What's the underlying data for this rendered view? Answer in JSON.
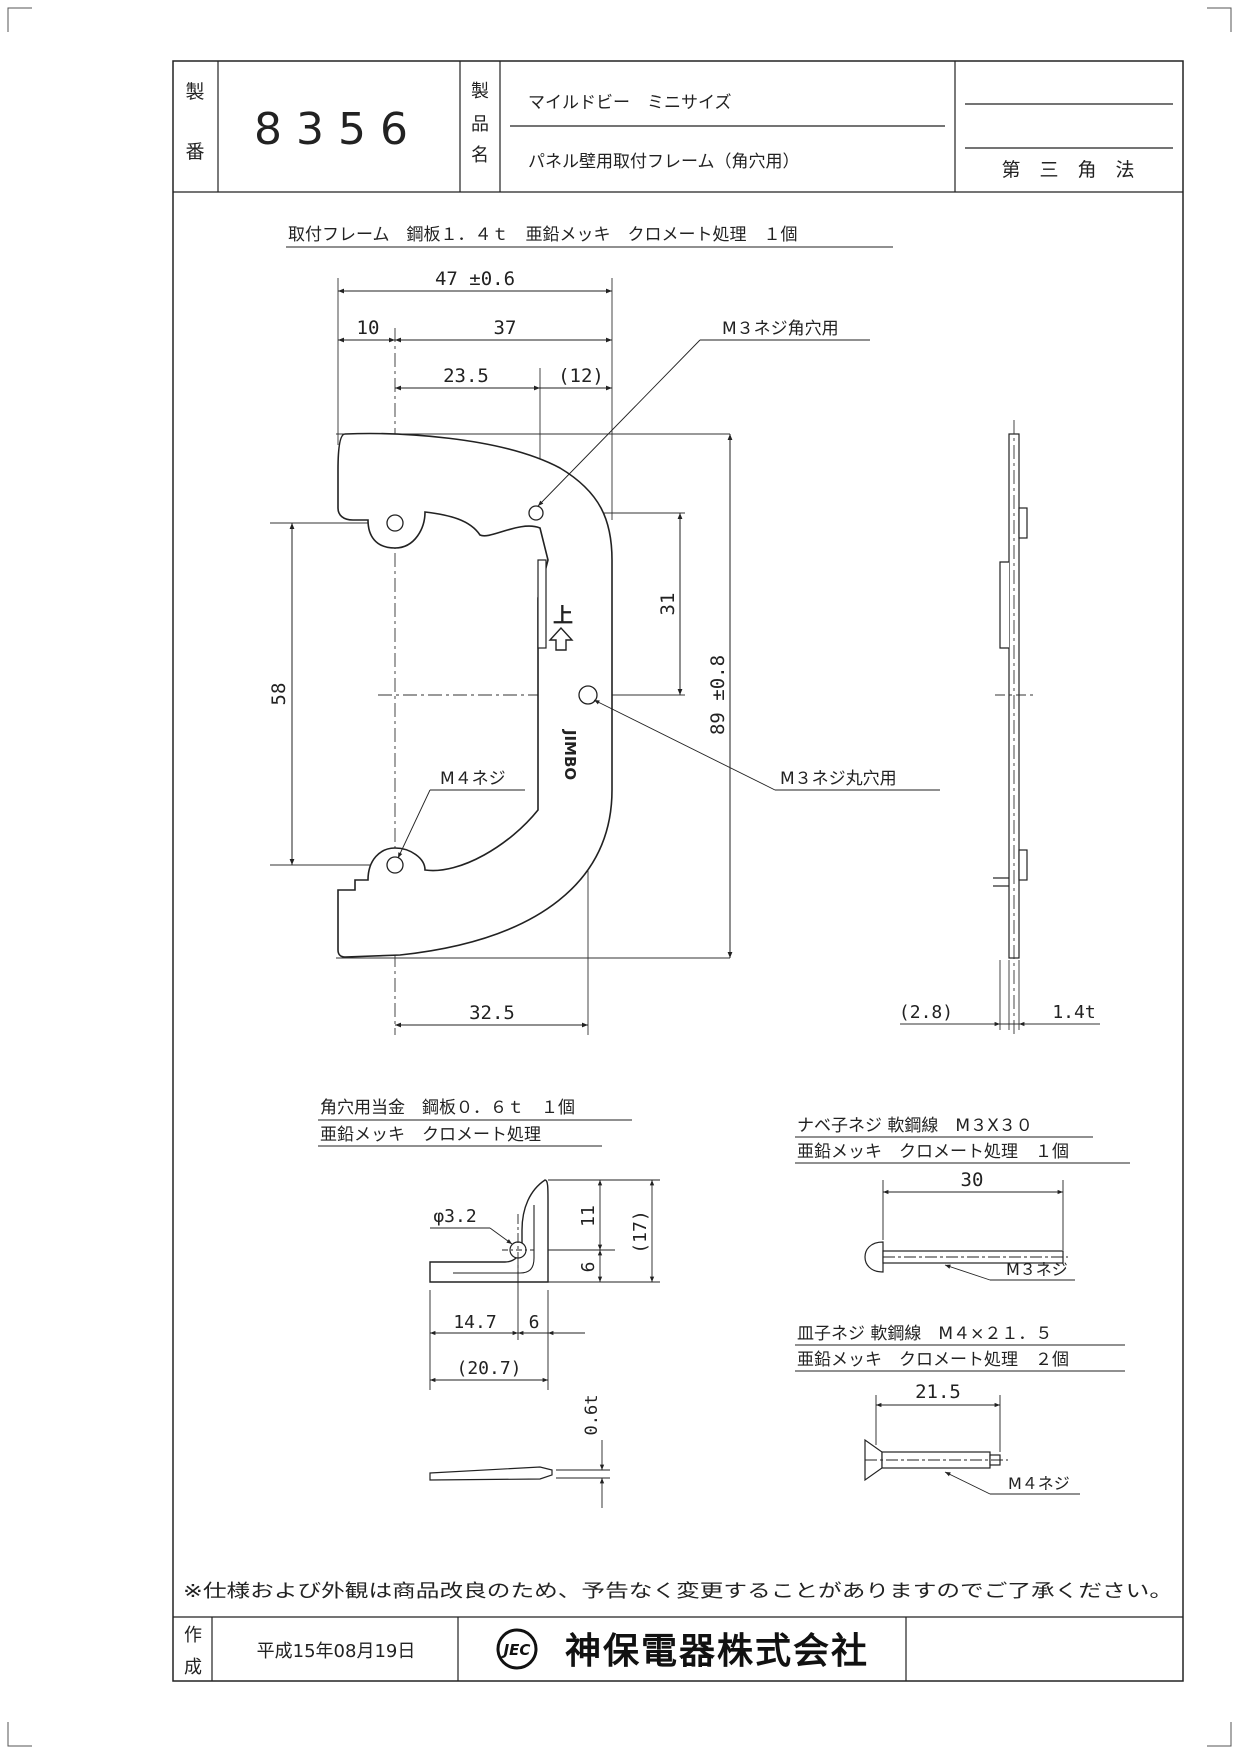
{
  "title_block": {
    "number_label_1": "製",
    "number_label_2": "番",
    "part_number": "8356",
    "name_label_1": "製",
    "name_label_2": "品",
    "name_label_3": "名",
    "product_line1": "マイルドビー　ミニサイズ",
    "product_line2": "パネル壁用取付フレーム（角穴用）",
    "projection": "第　三　角　法"
  },
  "frame": {
    "caption": "取付フレーム　鋼板１．４ｔ　亜鉛メッキ　クロメート処理　１個",
    "dim_total_width": "47 ±0.6",
    "dim_left": "10",
    "dim_right": "37",
    "dim_hole_offset": "23.5",
    "dim_ref_12": "(12)",
    "dim_31": "31",
    "dim_58": "58",
    "dim_height": "89 ±0.8",
    "dim_bottom": "32.5",
    "label_square_hole": "M３ネジ角穴用",
    "label_round_hole": "M３ネジ丸穴用",
    "label_m4": "M４ネジ",
    "arrow_label": "上",
    "brand_mark": "JIMBO",
    "side_dim_gap": "(2.8)",
    "side_dim_thickness": "1.4t"
  },
  "bracket": {
    "caption_line1": "角穴用当金　鋼板０．６ｔ　１個",
    "caption_line2": "亜鉛メッキ　クロメート処理",
    "dim_hole": "φ3.2",
    "dim_11": "11",
    "dim_6v": "6",
    "dim_17": "(17)",
    "dim_14_7": "14.7",
    "dim_6h": "6",
    "dim_20_7": "(20.7)",
    "dim_thickness": "0.6t"
  },
  "screw_m3": {
    "caption_line1": "ナベ子ネジ 軟鋼線　M３X３０",
    "caption_line2": "亜鉛メッキ　クロメート処理　１個",
    "dim_length": "30",
    "label": "M３ネジ"
  },
  "screw_m4": {
    "caption_line1": "皿子ネジ 軟鋼線　M４×２１．５",
    "caption_line2": "亜鉛メッキ　クロメート処理　２個",
    "dim_length": "21.5",
    "label": "M４ネジ"
  },
  "footer": {
    "note": "※仕様および外観は商品改良のため、予告なく変更することがありますのでご了承ください。",
    "made_label_1": "作",
    "made_label_2": "成",
    "date": "平成15年08月19日",
    "logo_mark": "JEC",
    "company": "神保電器株式会社"
  }
}
